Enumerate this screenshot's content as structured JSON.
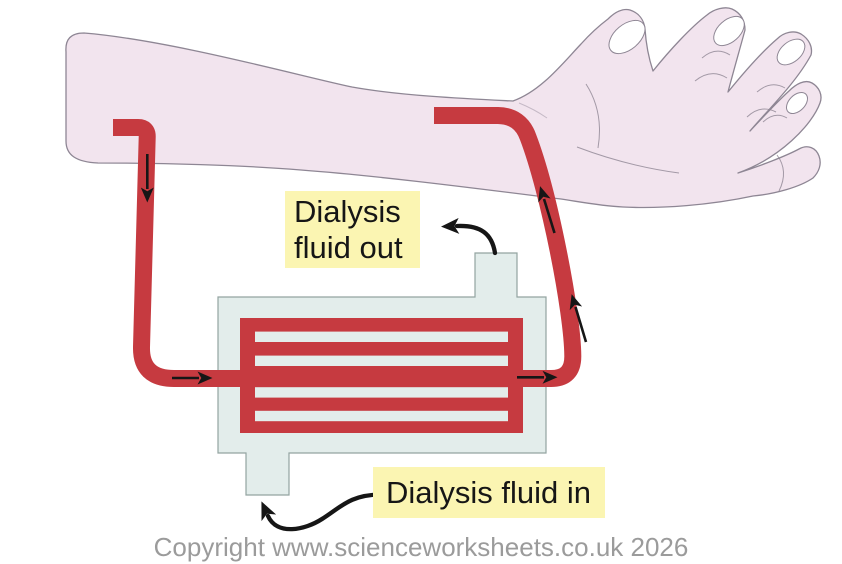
{
  "labels": {
    "fluid_out_line1": "Dialysis",
    "fluid_out_line2": "fluid out",
    "fluid_in": "Dialysis fluid in"
  },
  "copyright": "Copyright www.scienceworksheets.co.uk 2026",
  "colors": {
    "skin": "#f2e4ee",
    "skin_line": "#8e8694",
    "blood": "#c63a40",
    "dialyser": "#e3edeb",
    "dialyser_line": "#93a4a1",
    "highlight": "#fbf5b2",
    "ink": "#161616",
    "muted": "#9b9b9b"
  }
}
